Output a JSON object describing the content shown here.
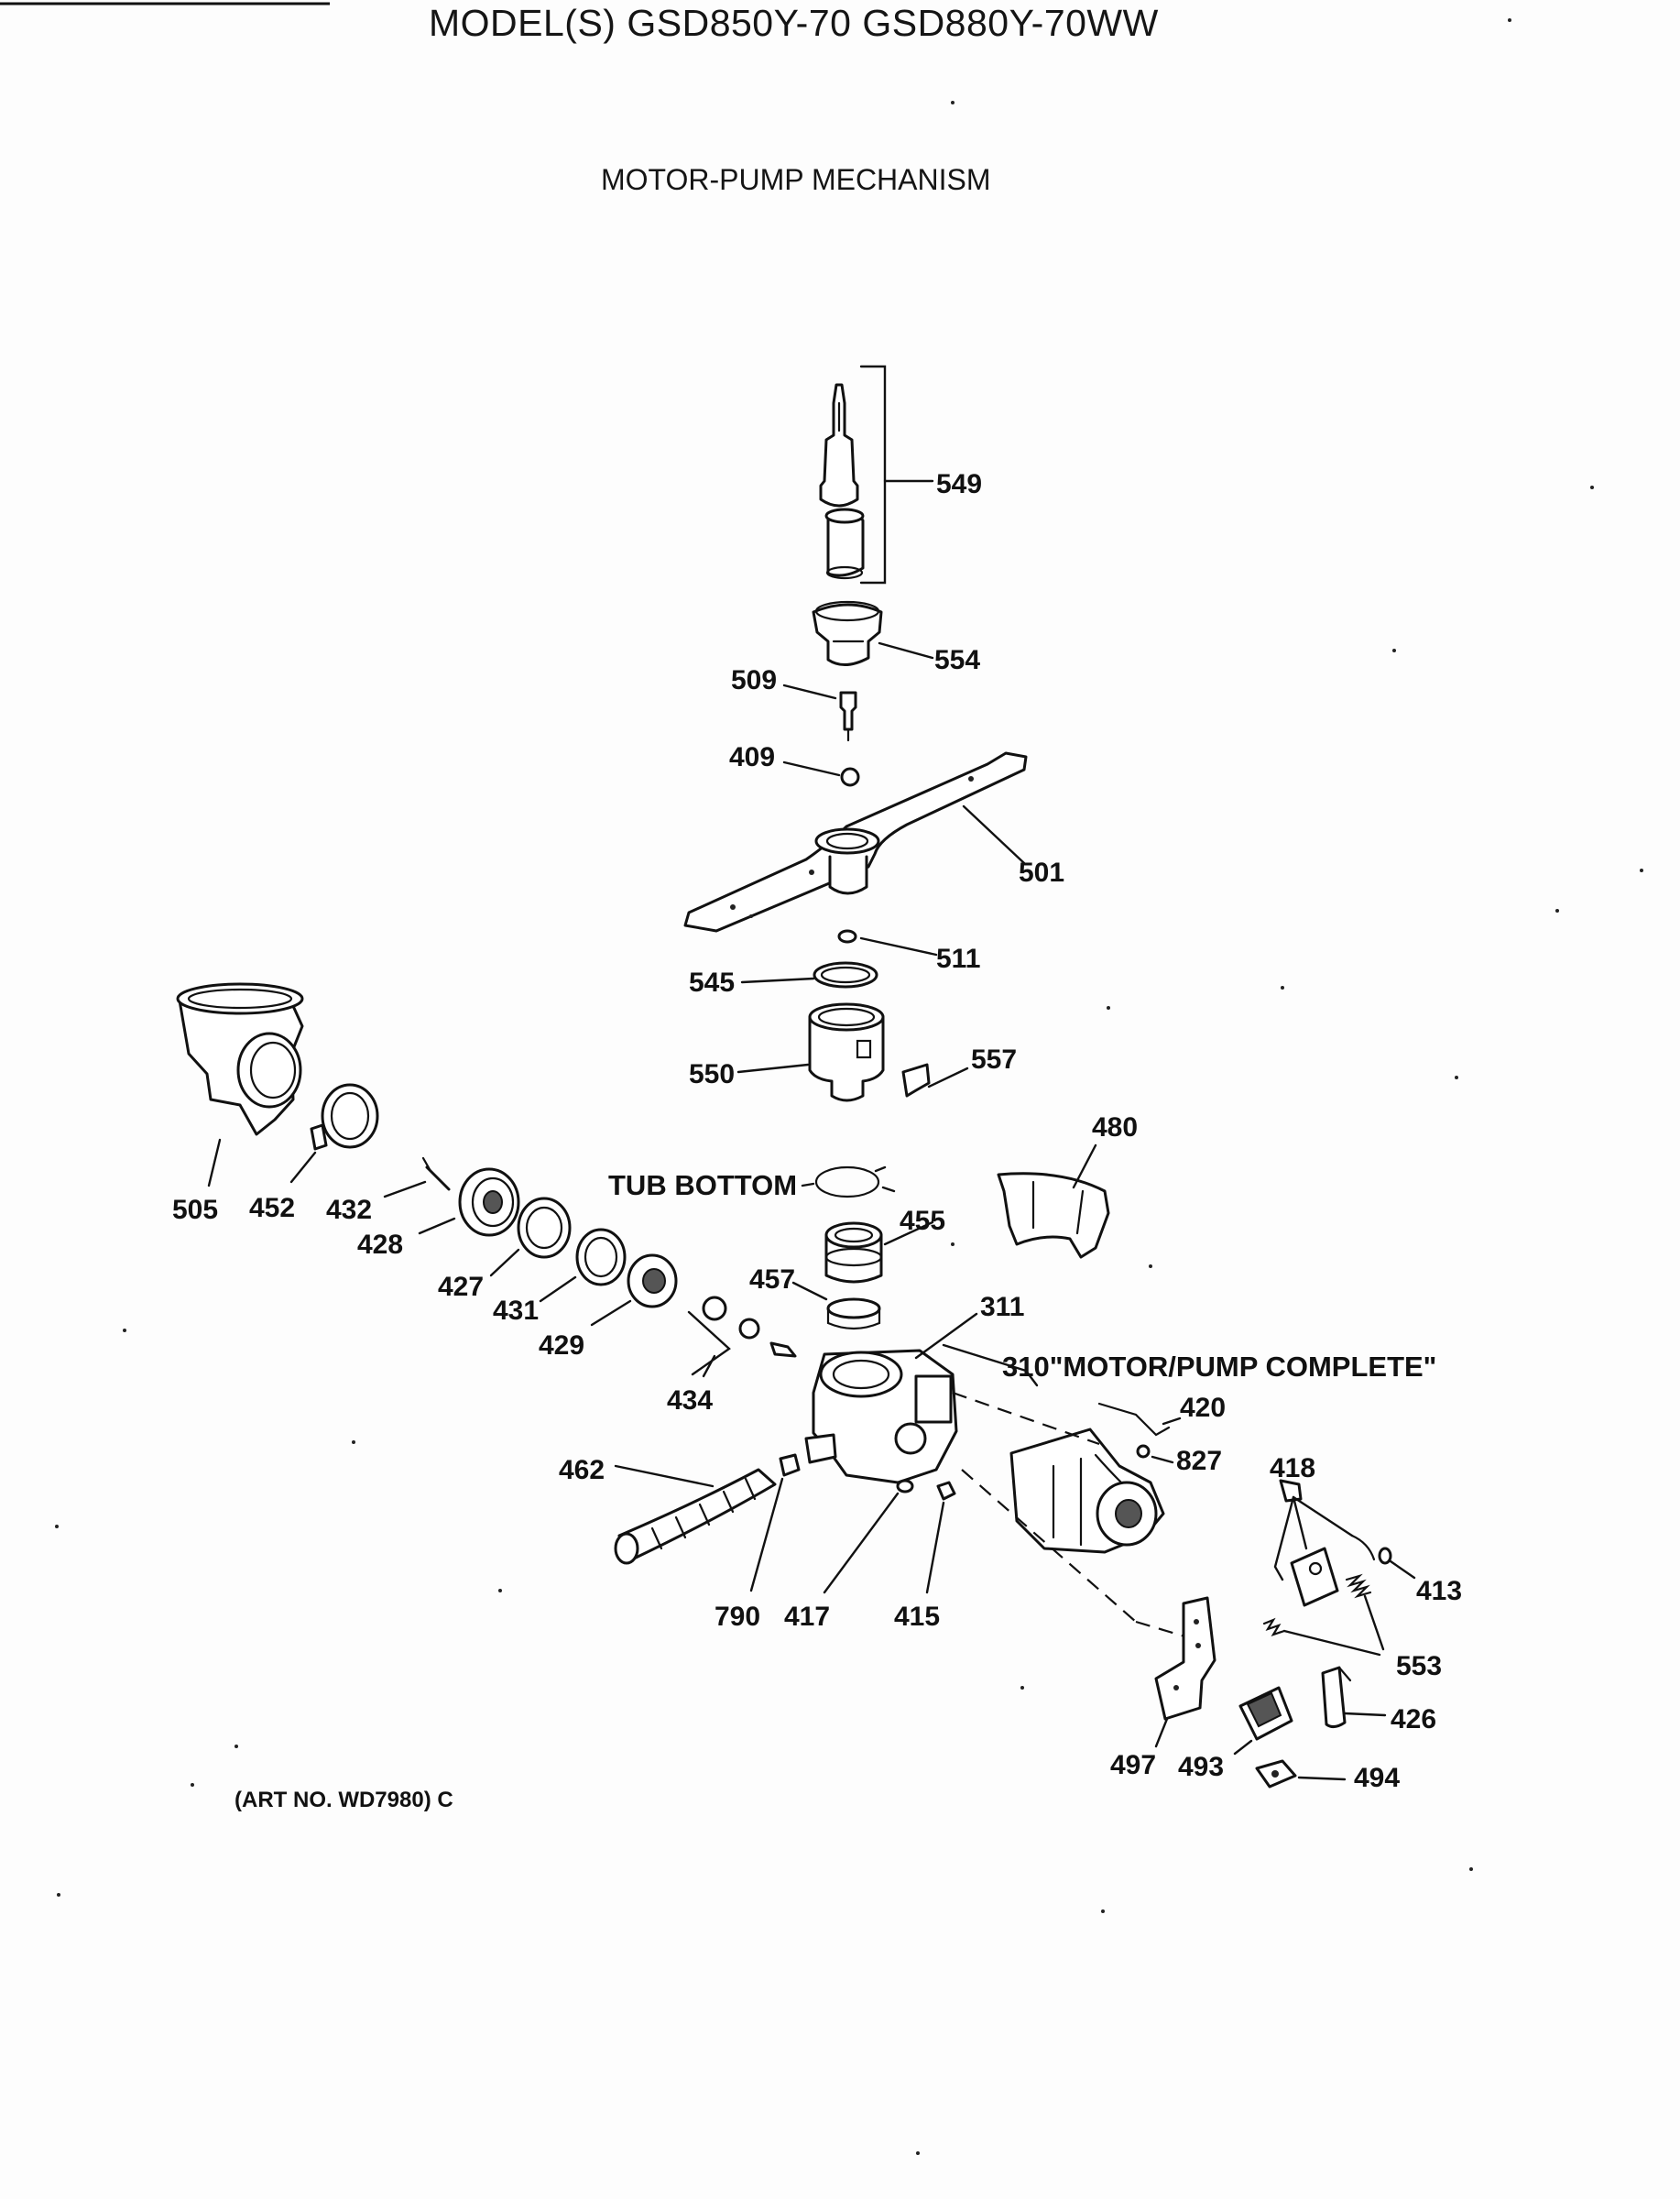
{
  "header": {
    "model_title": "MODEL(S) GSD850Y-70  GSD880Y-70WW",
    "section_title": "MOTOR-PUMP MECHANISM"
  },
  "callouts": {
    "c549": "549",
    "c554": "554",
    "c509": "509",
    "c409": "409",
    "c501": "501",
    "c511": "511",
    "c545": "545",
    "c550": "550",
    "c557": "557",
    "c480": "480",
    "c505": "505",
    "c452": "452",
    "c432": "432",
    "c428": "428",
    "c427": "427",
    "c431": "431",
    "c429": "429",
    "c434": "434",
    "c455": "455",
    "c457": "457",
    "c311": "311",
    "c420": "420",
    "c827": "827",
    "c418": "418",
    "c413": "413",
    "c462": "462",
    "c790": "790",
    "c417": "417",
    "c415": "415",
    "c553": "553",
    "c426": "426",
    "c497": "497",
    "c493": "493",
    "c494": "494"
  },
  "annotations": {
    "tub_bottom": "TUB BOTTOM",
    "motor_pump_complete": "310\"MOTOR/PUMP COMPLETE\"",
    "art_number": "(ART NO. WD7980) C"
  }
}
